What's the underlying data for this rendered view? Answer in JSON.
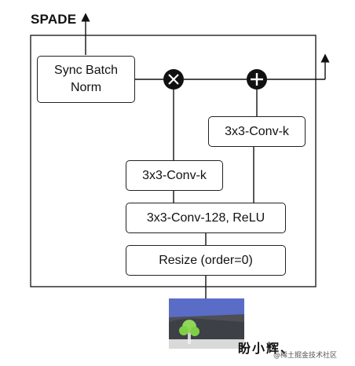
{
  "diagram": {
    "title": "SPADE",
    "blocks": {
      "sync_batch_norm": [
        "Sync Batch",
        "Norm"
      ],
      "conv_k_right": "3x3-Conv-k",
      "conv_k_left": "3x3-Conv-k",
      "conv_128_relu": "3x3-Conv-128, ReLU",
      "resize": "Resize (order=0)"
    },
    "operators": {
      "multiply": "multiply-operator",
      "add": "add-operator"
    }
  },
  "watermark": {
    "text": "盼小辉、",
    "caption": "@稀土掘金技术社区"
  }
}
